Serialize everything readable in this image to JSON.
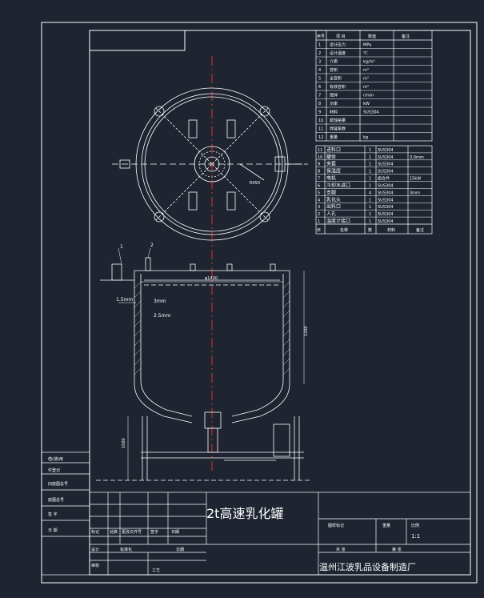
{
  "colors": {
    "background": "#1e2430",
    "line": "#ffffff",
    "centerline": "#e03030",
    "dim": "#ffffff"
  },
  "title_block": {
    "drawing_title": "2t高速乳化罐",
    "company": "温州江波乳品设备制造厂",
    "scale": "1:1"
  },
  "leaders": {
    "l1": "1",
    "l2": "2",
    "thk1": "1.5mm",
    "thk2": "3mm",
    "thk3": "2.5mm"
  },
  "dims": {
    "diameter": "φ1400",
    "height": "1200",
    "leg": "1000",
    "radius": "R450"
  },
  "spec_table": {
    "header": [
      "序号",
      "项  目",
      "数值",
      "备注"
    ],
    "rows": [
      [
        "1",
        "设计压力",
        "MPa",
        ""
      ],
      [
        "2",
        "设计温度",
        "℃",
        ""
      ],
      [
        "3",
        "介质",
        "kg/m³",
        ""
      ],
      [
        "4",
        "容积",
        "m³",
        ""
      ],
      [
        "5",
        "全容积",
        "m³",
        ""
      ],
      [
        "6",
        "有效容积",
        "m³",
        ""
      ],
      [
        "7",
        "搅拌",
        "r/min",
        ""
      ],
      [
        "8",
        "功率",
        "kW",
        ""
      ],
      [
        "9",
        "材料",
        "SUS304",
        ""
      ],
      [
        "10",
        "腐蚀裕量",
        "",
        ""
      ],
      [
        "11",
        "焊缝系数",
        "",
        ""
      ],
      [
        "12",
        "重量",
        "kg",
        ""
      ]
    ]
  },
  "parts_table": {
    "header": [
      "序",
      "名称",
      "数",
      "材料",
      "备注"
    ],
    "rows": [
      [
        "11",
        "进料口",
        "1",
        "SUS304",
        ""
      ],
      [
        "10",
        "罐体",
        "1",
        "SUS304",
        "3.0mm"
      ],
      [
        "9",
        "夹套",
        "1",
        "SUS304",
        ""
      ],
      [
        "8",
        "保温层",
        "1",
        "SUS304",
        ""
      ],
      [
        "7",
        "电机",
        "1",
        "组合件",
        "15kW"
      ],
      [
        "6",
        "冷却水进口",
        "1",
        "SUS304",
        ""
      ],
      [
        "5",
        "支腿",
        "4",
        "SUS304",
        "3mm"
      ],
      [
        "4",
        "乳化头",
        "1",
        "SUS304",
        ""
      ],
      [
        "3",
        "出料口",
        "1",
        "SUS304",
        ""
      ],
      [
        "2",
        "人孔",
        "1",
        "SUS304",
        ""
      ],
      [
        "1",
        "温度计接口",
        "1",
        "SUS304",
        ""
      ]
    ]
  },
  "left_stamp": {
    "r1": "借(通)用",
    "r2": "件登记",
    "r3": "旧底图总号",
    "r4": "底图总号",
    "r5": "签  字",
    "r6": "日  期"
  },
  "title_cells": {
    "c1": "标记",
    "c2": "处数",
    "c3": "更改文件号",
    "c4": "签字",
    "c5": "日期",
    "c6": "设计",
    "c7": "标准化",
    "c8": "审核",
    "c9": "工艺",
    "c10": "日期",
    "c11": "图样标记",
    "c12": "重量",
    "c13": "比例",
    "c14": "共  张",
    "c15": "第  张"
  }
}
